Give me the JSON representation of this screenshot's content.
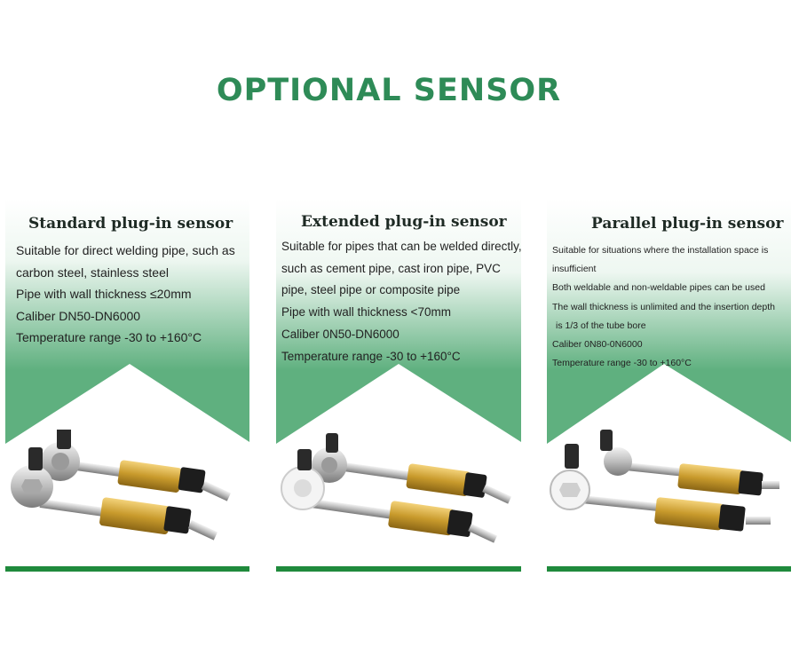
{
  "page": {
    "title": "OPTIONAL SENSOR"
  },
  "colors": {
    "title_green": "#2e8b57",
    "band_green": "#1f8a3c",
    "panel_green": "#5fb07f"
  },
  "cards": [
    {
      "title": "Standard plug-in sensor",
      "lines": [
        "Suitable for direct welding pipe, such as",
        "carbon steel, stainless steel",
        "Pipe with wall thickness ≤20mm",
        "Caliber DN50-DN6000",
        "Temperature range -30 to +160°C"
      ],
      "image_icon": "pipe-sensor-pair-icon"
    },
    {
      "title": "Extended plug-in sensor",
      "lines": [
        "Suitable for pipes that can be welded directly,",
        "such as cement pipe, cast iron pipe, PVC",
        "pipe, steel pipe or composite pipe",
        "Pipe with wall thickness <70mm",
        "Caliber 0N50-DN6000",
        "Temperature range -30 to +160°C"
      ],
      "image_icon": "pipe-sensor-pair-icon"
    },
    {
      "title": "Parallel plug-in sensor",
      "lines": [
        "Suitable for situations where the installation space is",
        "insufficient",
        "Both weldable and non-weldable pipes can be used",
        "The wall thickness is unlimited and the insertion depth",
        "is 1/3 of the tube bore",
        "Caliber 0N80-0N6000",
        "Temperature range -30 to +160°C"
      ],
      "image_icon": "pipe-sensor-pair-icon"
    }
  ]
}
